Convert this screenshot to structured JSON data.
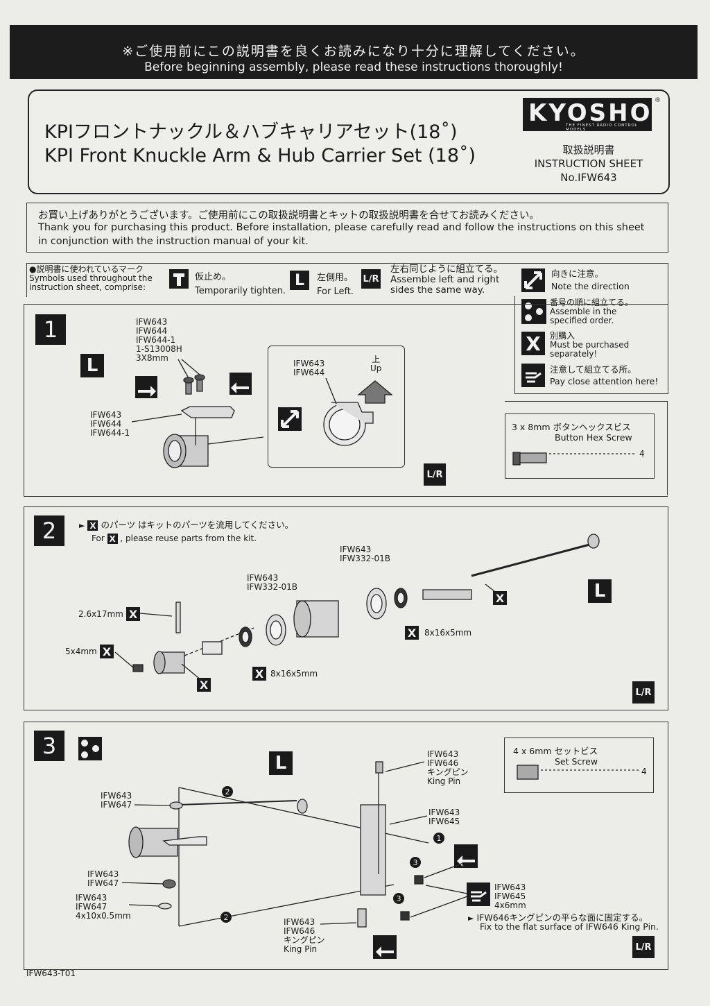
{
  "banner": {
    "jp": "※ご使用前にこの説明書を良くお読みになり十分に理解してください。",
    "en": "Before beginning assembly, please read these instructions thoroughly!"
  },
  "title": {
    "jp": "KPIフロントナックル＆ハブキャリアセット(18˚)",
    "en": "KPI Front Knuckle Arm &  Hub Carrier Set (18˚)"
  },
  "brand": {
    "logo": "KYOSHO",
    "tagline": "THE FINEST RADIO CONTROL MODELS",
    "reg": "®"
  },
  "sheet": {
    "jp": "取扱説明書",
    "en": "INSTRUCTION SHEET",
    "no": "No.IFW643"
  },
  "thanks": {
    "jp": "お買い上げありがとうございます。ご使用前にこの取扱説明書とキットの取扱説明書を合せてお読みください。",
    "en1": "Thank you for purchasing this product. Before installation, please carefully read and follow the instructions on this sheet",
    "en2": "in conjunction with the instruction manual of your kit."
  },
  "legend": {
    "intro_jp": "●説明書に使われているマーク",
    "intro_en1": "Symbols used throughout the",
    "intro_en2": "instruction sheet, comprise:",
    "temp_jp": "仮止め。",
    "temp_en": "Temporarily tighten.",
    "left_sym": "L",
    "left_jp": "左側用。",
    "left_en": "For Left.",
    "lr_sym": "L/R",
    "lr_jp": "左右同じように組立てる。",
    "lr_en1": "Assemble left and right",
    "lr_en2": "sides the same way.",
    "dir_jp": "向きに注意。",
    "dir_en": "Note the direction",
    "order_jp": "番号の順に組立てる。",
    "order_en1": "Assemble in the",
    "order_en2": "specified order.",
    "buy_sym": "X",
    "buy_jp": "別購入",
    "buy_en1": "Must be purchased",
    "buy_en2": "separately!",
    "att_jp": "注意して組立てる所。",
    "att_en": "Pay close attention here!"
  },
  "step1": {
    "num": "1",
    "L": "L",
    "parts_a": [
      "IFW643",
      "IFW644",
      "IFW644-1",
      "1-S13008H",
      "3X8mm"
    ],
    "parts_b": [
      "IFW643",
      "IFW644",
      "IFW644-1"
    ],
    "detail_parts": [
      "IFW643",
      "IFW644"
    ],
    "up_jp": "上",
    "up_en": "Up",
    "screw_label_jp": "3 x 8mm  ボタンヘックスビス",
    "screw_label_en": "Button Hex Screw",
    "screw_qty": "4",
    "lr": "L/R"
  },
  "step2": {
    "num": "2",
    "note_jp": "のパーツ  はキットのパーツを流用してください。",
    "note_en_a": "For",
    "note_en_b": ", please reuse parts from the kit.",
    "p1": [
      "IFW643",
      "IFW332-01B"
    ],
    "p2": [
      "IFW643",
      "IFW332-01B"
    ],
    "pin": "2.6x17mm",
    "set": "5x4mm",
    "bearing": "8x16x5mm",
    "L": "L",
    "lr": "L/R"
  },
  "step3": {
    "num": "3",
    "L": "L",
    "kp_top": [
      "IFW643",
      "IFW646",
      "キングピン",
      "King Pin"
    ],
    "carrier": [
      "IFW643",
      "IFW645"
    ],
    "p647a": [
      "IFW643",
      "IFW647"
    ],
    "p647b": [
      "IFW643",
      "IFW647"
    ],
    "washer": [
      "IFW643",
      "IFW647",
      "4x10x0.5mm"
    ],
    "kp_bot": [
      "IFW643",
      "IFW646",
      "キングピン",
      "King Pin"
    ],
    "setscrew": [
      "IFW643",
      "IFW645",
      "4x6mm"
    ],
    "note_jp": "IFW646キングピンの平らな面に固定する。",
    "note_en": "Fix to the flat surface of IFW646 King Pin.",
    "screw_label_jp": "4 x 6mm  セットビス",
    "screw_label_en": "Set Screw",
    "screw_qty": "4",
    "n1": "1",
    "n2": "2",
    "n3": "3",
    "lr": "L/R"
  },
  "footer": "IFW643-T01"
}
